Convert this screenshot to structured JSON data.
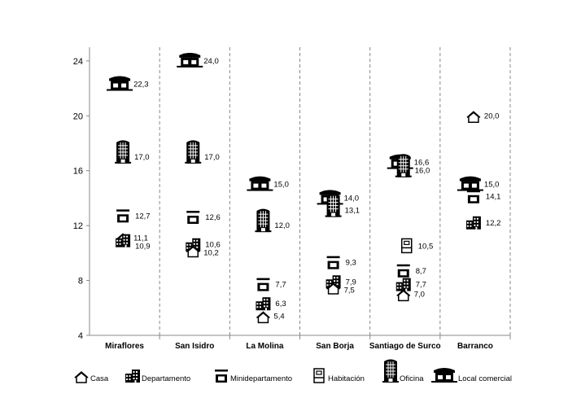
{
  "chart_data": {
    "type": "scatter",
    "title": "",
    "xlabel": "",
    "ylabel": "",
    "ylim": [
      4,
      25
    ],
    "yticks": [
      4,
      8,
      12,
      16,
      20,
      24
    ],
    "grid": false,
    "legend_position": "bottom",
    "categories": [
      "Miraflores",
      "San Isidro",
      "La Molina",
      "San Borja",
      "Santiago de Surco",
      "Barranco"
    ],
    "series": [
      {
        "name": "Casa",
        "icon": "house-icon",
        "values": [
          11.1,
          10.2,
          5.4,
          7.5,
          7.0,
          20.0
        ]
      },
      {
        "name": "Departamento",
        "icon": "apartment-building-icon",
        "values": [
          10.9,
          10.6,
          6.3,
          7.9,
          7.7,
          12.2
        ]
      },
      {
        "name": "Minidepartamento",
        "icon": "mini-apartment-icon",
        "values": [
          12.7,
          12.6,
          7.7,
          9.3,
          8.7,
          14.1
        ]
      },
      {
        "name": "Habitación",
        "icon": "room-icon",
        "values": [
          null,
          null,
          null,
          null,
          10.5,
          null
        ]
      },
      {
        "name": "Oficina",
        "icon": "office-tower-icon",
        "values": [
          17.0,
          17.0,
          12.0,
          13.1,
          16.0,
          null
        ]
      },
      {
        "name": "Local comercial",
        "icon": "storefront-icon",
        "values": [
          22.3,
          24.0,
          15.0,
          14.0,
          16.6,
          15.0
        ]
      }
    ],
    "data_labels": [
      [
        "22,3",
        "17,0",
        "12,7",
        "11,1",
        "10,9"
      ],
      [
        "24,0",
        "17,0",
        "12,6",
        "10,6",
        "10,2"
      ],
      [
        "15,0",
        "12,0",
        "7,7",
        "6,3",
        "5,4"
      ],
      [
        "14,0",
        "13,1",
        "9,3",
        "7,9",
        "7,5"
      ],
      [
        "16,6",
        "16,0",
        "10,5",
        "8,7",
        "7,7",
        "7,0"
      ],
      [
        "20,0",
        "15,0",
        "14,1",
        "12,2"
      ]
    ],
    "tick_labels": [
      "4",
      "8",
      "12",
      "16",
      "20",
      "24"
    ]
  }
}
